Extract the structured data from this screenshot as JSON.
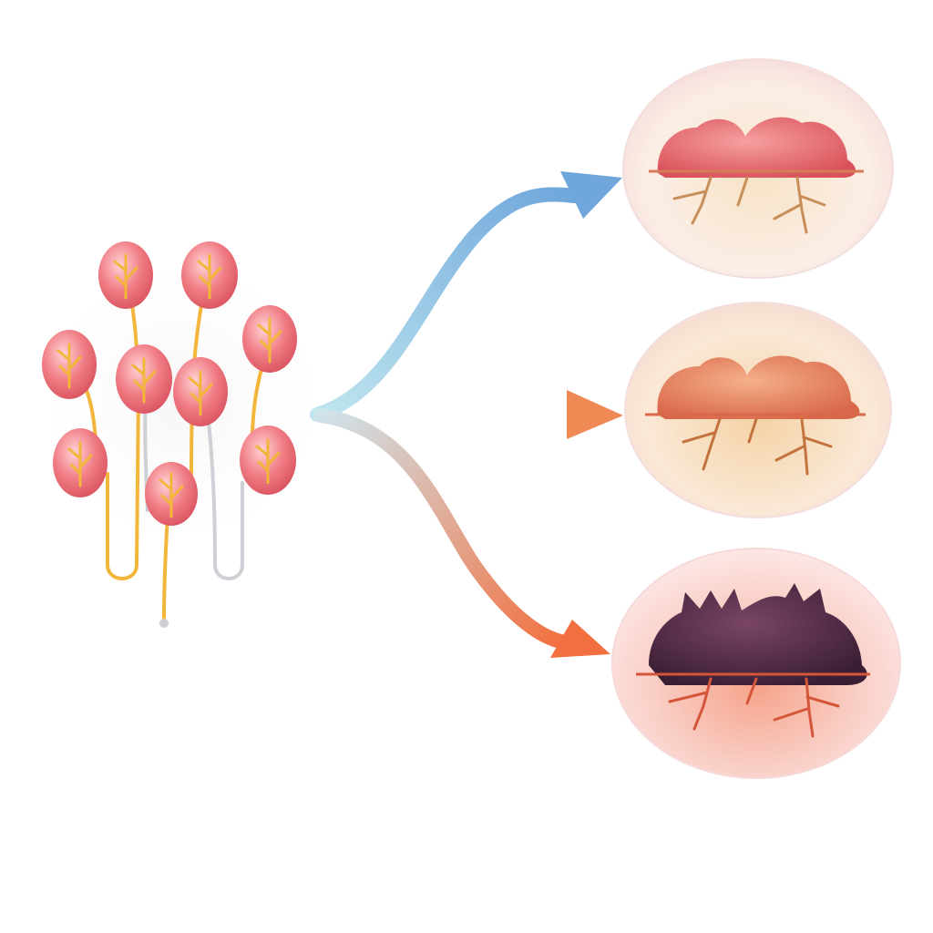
{
  "diagram": {
    "source": {
      "cell_count": 9
    },
    "arrows": [
      {
        "id": "top",
        "color_start": "#bfe6ef",
        "color_end": "#6fa7dc"
      },
      {
        "id": "middle",
        "color_start": "#b9e3ee",
        "color_end": "#f08a55"
      },
      {
        "id": "bottom",
        "color_start": "#cfe3ea",
        "color_end": "#f2703f"
      }
    ],
    "outcomes": [
      {
        "id": "mild",
        "tissue_color": "#e76a6a",
        "bg": "#f7e7d0",
        "root_color": "#c98f5a"
      },
      {
        "id": "moderate",
        "tissue_color": "#e9875f",
        "bg": "#f6dcb8",
        "root_color": "#c4733f"
      },
      {
        "id": "severe",
        "tissue_color": "#4a2a45",
        "bg": "#f7c9c3",
        "root_color": "#d5553a"
      }
    ]
  },
  "colors": {
    "cell_fill": "#f07c84",
    "cell_highlight": "#ffd3d6",
    "vein": "#f2b63a",
    "stem_gray": "#cfcfd6"
  }
}
